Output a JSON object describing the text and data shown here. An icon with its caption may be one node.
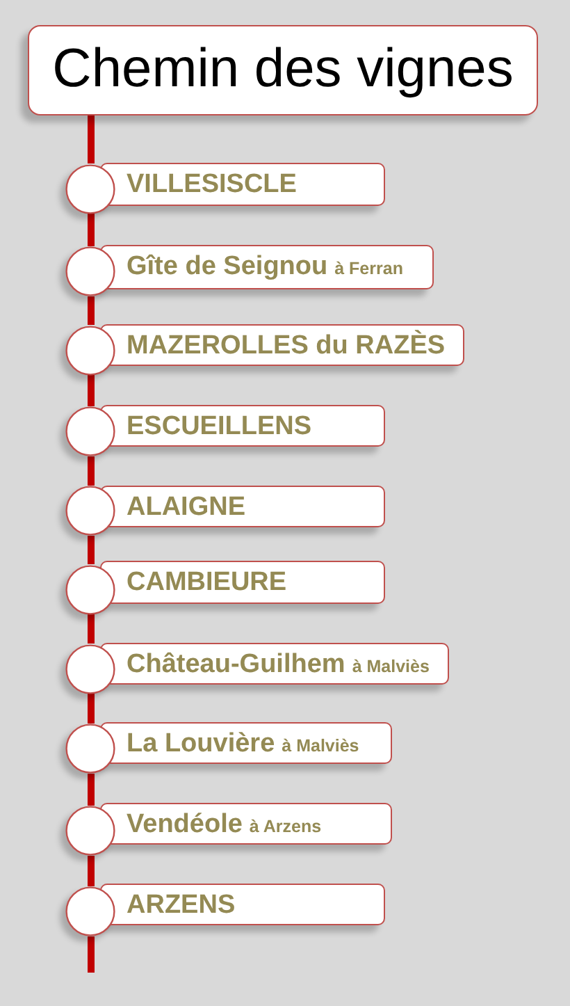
{
  "diagram": {
    "nodes": [
      {
        "text": [
          "Chemin des vignes"
        ]
      },
      {
        "text": [],
        "shape": "circle"
      },
      {
        "text": [
          "VILLESISCLE"
        ]
      },
      {
        "text": [],
        "shape": "circle"
      },
      {
        "text": [
          "Gîte de Seignou",
          "à Ferran"
        ]
      },
      {
        "text": [],
        "shape": "circle"
      },
      {
        "text": [
          "MAZEROLLES du RAZÈS"
        ]
      },
      {
        "text": [],
        "shape": "circle"
      },
      {
        "text": [
          "ESCUEILLENS"
        ]
      },
      {
        "text": [],
        "shape": "circle"
      },
      {
        "text": [
          "ALAIGNE"
        ]
      },
      {
        "text": [],
        "shape": "circle"
      },
      {
        "text": [
          "CAMBIEURE"
        ]
      },
      {
        "text": [],
        "shape": "circle"
      },
      {
        "text": [
          "Château-Guilhem",
          "à Malviès"
        ]
      },
      {
        "text": [],
        "shape": "circle"
      },
      {
        "text": [
          "La Louvière",
          "à Malviès"
        ]
      },
      {
        "text": [],
        "shape": "circle"
      },
      {
        "text": [
          "Vendéole",
          "à Arzens"
        ]
      },
      {
        "text": [],
        "shape": "circle"
      },
      {
        "text": [
          "ARZENS"
        ]
      }
    ],
    "edges": [
      {
        "from": 0,
        "to": 1,
        "arrow": "none"
      },
      {
        "from": 1,
        "to": 3,
        "arrow": "none"
      },
      {
        "from": 3,
        "to": 5,
        "arrow": "none"
      },
      {
        "from": 5,
        "to": 7,
        "arrow": "none"
      },
      {
        "from": 7,
        "to": 9,
        "arrow": "none"
      },
      {
        "from": 9,
        "to": 11,
        "arrow": "none"
      },
      {
        "from": 11,
        "to": 13,
        "arrow": "none"
      },
      {
        "from": 13,
        "to": 15,
        "arrow": "none"
      },
      {
        "from": 15,
        "to": 17,
        "arrow": "none"
      },
      {
        "from": 17,
        "to": 19,
        "arrow": "none"
      },
      {
        "from": 19,
        "to": null,
        "arrow": "none"
      }
    ]
  }
}
